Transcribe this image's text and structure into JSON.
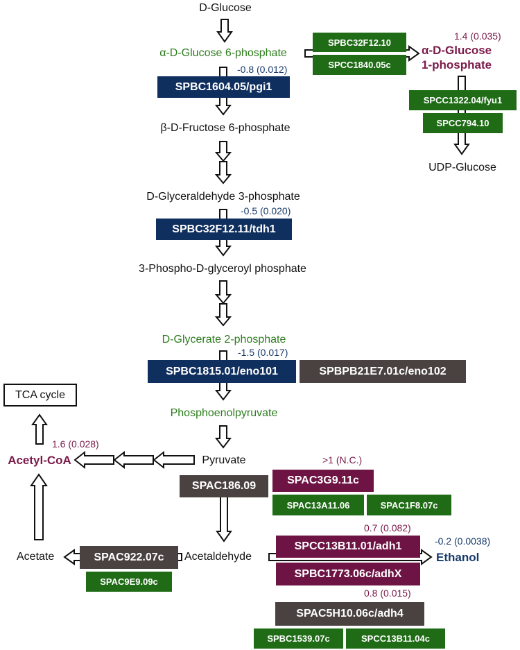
{
  "metabolites": {
    "d_glucose": "D-Glucose",
    "glucose6p": "α-D-Glucose 6-phosphate",
    "glucose1p_line1": "α-D-Glucose",
    "glucose1p_line2": "1-phosphate",
    "udp_glucose": "UDP-Glucose",
    "fructose6p": "β-D-Fructose 6-phosphate",
    "glyceraldehyde3p": "D-Glyceraldehyde 3-phosphate",
    "phosphoglyceroyl": "3-Phospho-D-glyceroyl phosphate",
    "glycerate2p": "D-Glycerate 2-phosphate",
    "pep": "Phosphoenolpyruvate",
    "pyruvate": "Pyruvate",
    "acetyl_coa": "Acetyl-CoA",
    "tca": "TCA cycle",
    "acetaldehyde": "Acetaldehyde",
    "acetate": "Acetate",
    "ethanol": "Ethanol"
  },
  "genes": {
    "pgi1": "SPBC1604.05/pgi1",
    "tdh1": "SPBC32F12.11/tdh1",
    "eno101": "SPBC1815.01/eno101",
    "eno102": "SPBPB21E7.01c/eno102",
    "spbc32f12_10": "SPBC32F12.10",
    "spcc1840": "SPCC1840.05c",
    "fyu1": "SPCC1322.04/fyu1",
    "spcc794": "SPCC794.10",
    "spac186": "SPAC186.09",
    "spac3g9": "SPAC3G9.11c",
    "spac13a11": "SPAC13A11.06",
    "spac1f8": "SPAC1F8.07c",
    "adh1": "SPCC13B11.01/adh1",
    "adhx": "SPBC1773.06c/adhX",
    "adh4": "SPAC5H10.06c/adh4",
    "spbc1539": "SPBC1539.07c",
    "spcc13b11_04": "SPCC13B11.04c",
    "spac922": "SPAC922.07c",
    "spac9e9": "SPAC9E9.09c"
  },
  "values": {
    "pgi1": "-0.8 (0.012)",
    "tdh1": "-0.5 (0.020)",
    "eno101": "-1.5 (0.017)",
    "glucose1p": "1.4 (0.035)",
    "acetyl_coa": "1.6 (0.028)",
    "spac3g9": ">1 (N.C.)",
    "adh1": "0.7 (0.082)",
    "adhx": "0.8 (0.015)",
    "ethanol": "-0.2 (0.0038)"
  },
  "colors": {
    "down_blue": "#0f2f5e",
    "up_purple": "#6e1444",
    "unchanged_gray": "#4a4240",
    "other_green": "#1f6b16",
    "green_text": "#2e7d1e"
  }
}
